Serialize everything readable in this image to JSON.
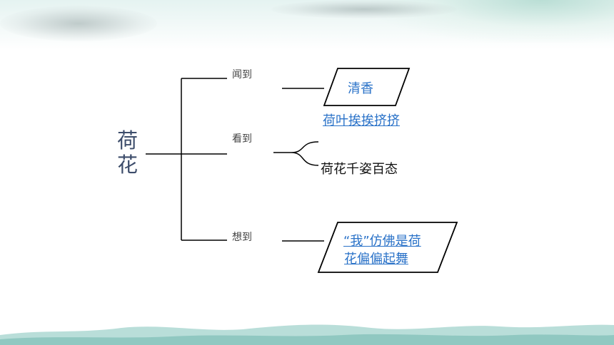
{
  "root": "荷花",
  "branches": [
    "闻到",
    "看到",
    "想到"
  ],
  "smell": {
    "box": "清香",
    "link": "荷叶挨挨挤挤"
  },
  "sight": {
    "text": "荷花千姿百态"
  },
  "thought": {
    "line1": "“我”仿佛是荷",
    "line2": "花偏偏起舞"
  }
}
